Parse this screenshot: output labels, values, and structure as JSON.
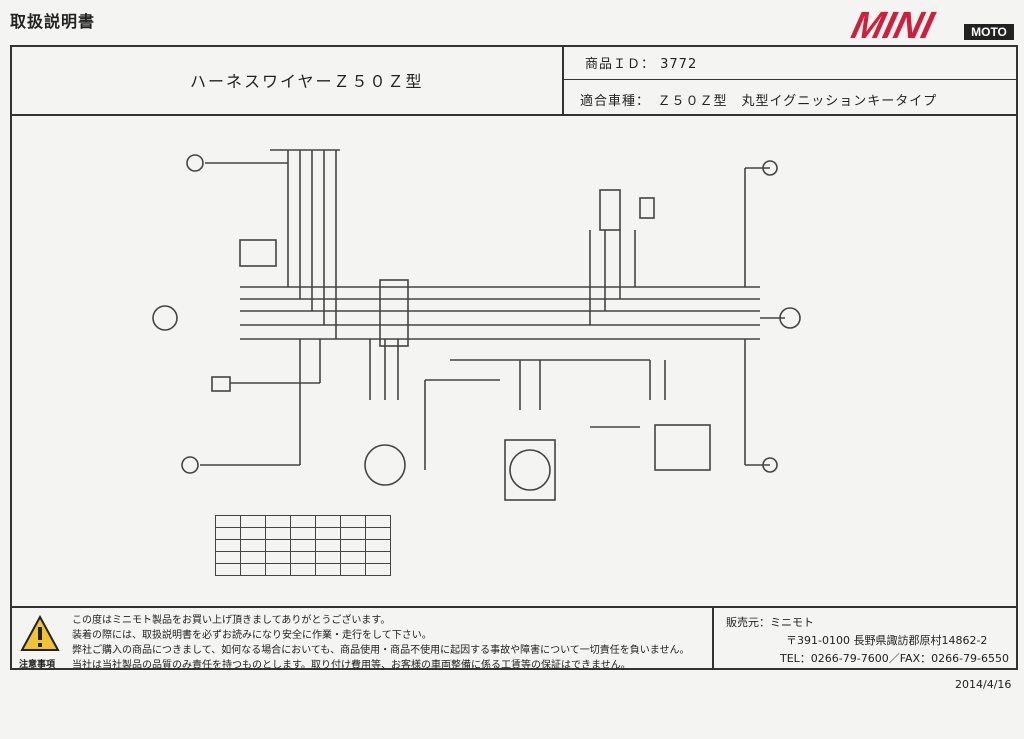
{
  "header": {
    "document_title": "取扱説明書",
    "brand_logo_text": "MINI MOTO",
    "product_name": "ハーネスワイヤーＺ５０Ｚ型",
    "product_id": "商品ＩＤ： 3772",
    "compatible_model": "適合車種：　Ｚ５０Ｚ型　丸型イグニッションキータイプ"
  },
  "footer": {
    "warning_label": "注意事項",
    "notices": [
      "この度はミニモト製品をお買い上げ頂きましてありがとうございます。",
      "装着の際には、取扱説明書を必ずお読みになり安全に作業・走行をして下さい。",
      "弊社ご購入の商品につきまして、如何なる場合においても、商品使用・商品不使用に起因する事故や障害について一切責任を負いません。",
      "当社は当社製品の品質のみ責任を持つものとします。取り付け費用等、お客様の車両整備に係る工賃等の保証はできません。"
    ],
    "seller": "販売元：ミニモト",
    "address": "〒391-0100 長野県諏訪郡原村14862-2",
    "phone": "TEL：0266-79-7600／FAX：0266-79-6550",
    "date": "2014/4/16"
  },
  "colors": {
    "ink": "#333333",
    "wire": "#444444",
    "logo_red": "#d01f3c",
    "warning_yellow": "#f2c230",
    "background": "#f4f4f2"
  }
}
